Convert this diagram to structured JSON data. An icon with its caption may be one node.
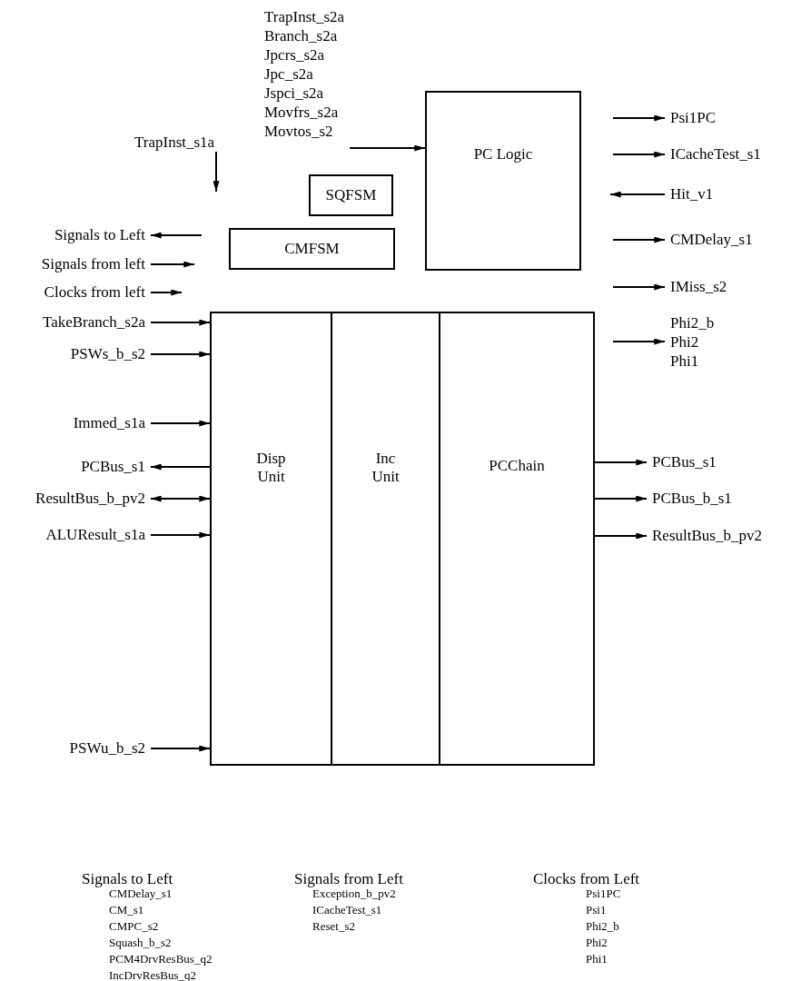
{
  "diagram": {
    "nodes": [
      {
        "text": [
          "PC Logic"
        ]
      },
      {
        "text": [
          "SQFSM"
        ]
      },
      {
        "text": [
          "CMFSM"
        ]
      },
      {
        "text": [
          "Disp Unit"
        ]
      },
      {
        "text": [
          "Inc Unit"
        ]
      },
      {
        "text": [
          "PCChain"
        ]
      },
      {
        "text": [
          "TrapInst_s2a",
          "Branch_s2a",
          "Jpcrs_s2a",
          "Jpc_s2a",
          "Jspci_s2a",
          "Movfrs_s2a",
          "Movtos_s2"
        ]
      },
      {
        "text": [
          "TrapInst_s1a"
        ]
      },
      {
        "text": [
          "Signals to Left"
        ]
      },
      {
        "text": [
          "Signals from left"
        ]
      },
      {
        "text": [
          "Clocks from left"
        ]
      },
      {
        "text": [
          "TakeBranch_s2a"
        ]
      },
      {
        "text": [
          "PSWs_b_s2"
        ]
      },
      {
        "text": [
          "Immed_s1a"
        ]
      },
      {
        "text": [
          "PCBus_s1"
        ]
      },
      {
        "text": [
          "ResultBus_b_pv2"
        ]
      },
      {
        "text": [
          "ALUResult_s1a"
        ]
      },
      {
        "text": [
          "PSWu_b_s2"
        ]
      },
      {
        "text": [
          "Psi1PC"
        ]
      },
      {
        "text": [
          "ICacheTest_s1"
        ]
      },
      {
        "text": [
          "Hit_v1"
        ]
      },
      {
        "text": [
          "CMDelay_s1"
        ]
      },
      {
        "text": [
          "IMiss_s2"
        ]
      },
      {
        "text": [
          "Phi2_b",
          "Phi2",
          "Phi1"
        ]
      },
      {
        "text": [
          "PCBus_s1"
        ]
      },
      {
        "text": [
          "PCBus_b_s1"
        ]
      },
      {
        "text": [
          "ResultBus_b_pv2"
        ]
      }
    ],
    "edges": [
      {
        "from": 6,
        "to": 0,
        "arrow": "to"
      },
      {
        "from": 7,
        "to": null,
        "arrow": "to"
      },
      {
        "from": null,
        "to": 8,
        "arrow": "to"
      },
      {
        "from": 9,
        "to": null,
        "arrow": "to"
      },
      {
        "from": 10,
        "to": null,
        "arrow": "to"
      },
      {
        "from": 11,
        "to": 3,
        "arrow": "to"
      },
      {
        "from": 12,
        "to": 3,
        "arrow": "to"
      },
      {
        "from": 13,
        "to": 3,
        "arrow": "to"
      },
      {
        "from": 3,
        "to": 14,
        "arrow": "to"
      },
      {
        "from": 15,
        "to": 3,
        "arrow": "both"
      },
      {
        "from": 16,
        "to": 3,
        "arrow": "to"
      },
      {
        "from": 17,
        "to": 3,
        "arrow": "to"
      },
      {
        "from": null,
        "to": 18,
        "arrow": "to"
      },
      {
        "from": null,
        "to": 19,
        "arrow": "to"
      },
      {
        "from": 20,
        "to": null,
        "arrow": "to"
      },
      {
        "from": null,
        "to": 21,
        "arrow": "to"
      },
      {
        "from": null,
        "to": 22,
        "arrow": "to"
      },
      {
        "from": null,
        "to": 23,
        "arrow": "to"
      },
      {
        "from": 5,
        "to": 24,
        "arrow": "to"
      },
      {
        "from": 5,
        "to": 25,
        "arrow": "to"
      },
      {
        "from": 5,
        "to": 26,
        "arrow": "to"
      }
    ],
    "labels": [
      "Signals to Left",
      "CMDelay_s1",
      "CM_s1",
      "CMPC_s2",
      "Squash_b_s2",
      "PCM4DrvResBus_q2",
      "IncDrvResBus_q2",
      "Signals from Left",
      "Exception_b_pv2",
      "ICacheTest_s1",
      "Reset_s2",
      "Clocks from Left",
      "Psi1PC",
      "Psi1",
      "Phi2_b",
      "Phi2",
      "Phi1"
    ]
  }
}
